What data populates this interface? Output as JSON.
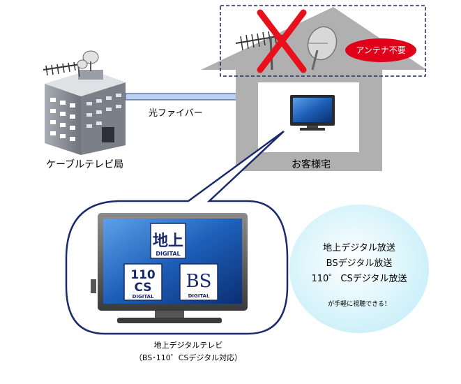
{
  "labels": {
    "station": "ケーブルテレビ局",
    "fiber": "光ファイバー",
    "home": "お客様宅",
    "no_antenna": "アンテナ不要"
  },
  "tv": {
    "caption_line1": "地上デジタルテレビ",
    "caption_line2": "（BS･110゜CSデジタル対応）"
  },
  "logos": {
    "terrestrial": "地上",
    "terrestrial_sub": "DIGITAL",
    "cs_top": "110",
    "cs_bottom": "CS",
    "cs_sub": "DIGITAL",
    "bs": "BS",
    "bs_sub": "DIGITAL"
  },
  "bubble": {
    "line1": "地上デジタル放送",
    "line2": "BSデジタル放送",
    "line3": "110゜ CSデジタル放送",
    "note": "が手軽に視聴できる！"
  },
  "colors": {
    "house_gray": "#b0b0b0",
    "building_gray": "#8a8e96",
    "fiber_blue": "#bcd3ee",
    "cross_red": "#e8101a",
    "badge_red": "#e0001a",
    "bubble_cyan": "#d8f3fa",
    "outline_navy": "#1a2a6c"
  }
}
